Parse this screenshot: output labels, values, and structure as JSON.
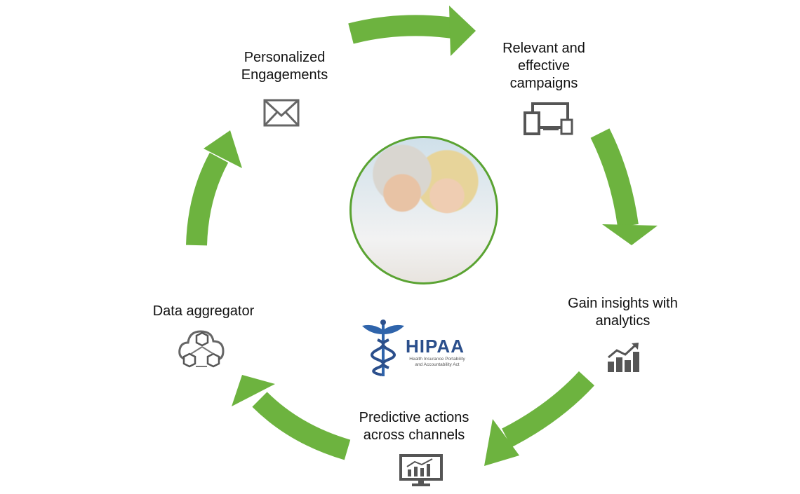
{
  "diagram": {
    "accent_color": "#6db33f",
    "steps": [
      {
        "label_lines": [
          "Personalized",
          "Engagements"
        ],
        "icon": "envelope-icon"
      },
      {
        "label_lines": [
          "Relevant and",
          "effective",
          "campaigns"
        ],
        "icon": "devices-icon"
      },
      {
        "label_lines": [
          "Gain insights with",
          "analytics"
        ],
        "icon": "bar-chart-growth-icon"
      },
      {
        "label_lines": [
          "Predictive actions",
          "across channels"
        ],
        "icon": "monitor-chart-icon"
      },
      {
        "label_lines": [
          "Data aggregator"
        ],
        "icon": "cloud-cubes-icon"
      }
    ],
    "center_image": "couple-photo",
    "hipaa": {
      "title": "HIPAA",
      "subtitle_lines": [
        "Health Insurance Portability",
        "and Accountability Act"
      ]
    }
  }
}
